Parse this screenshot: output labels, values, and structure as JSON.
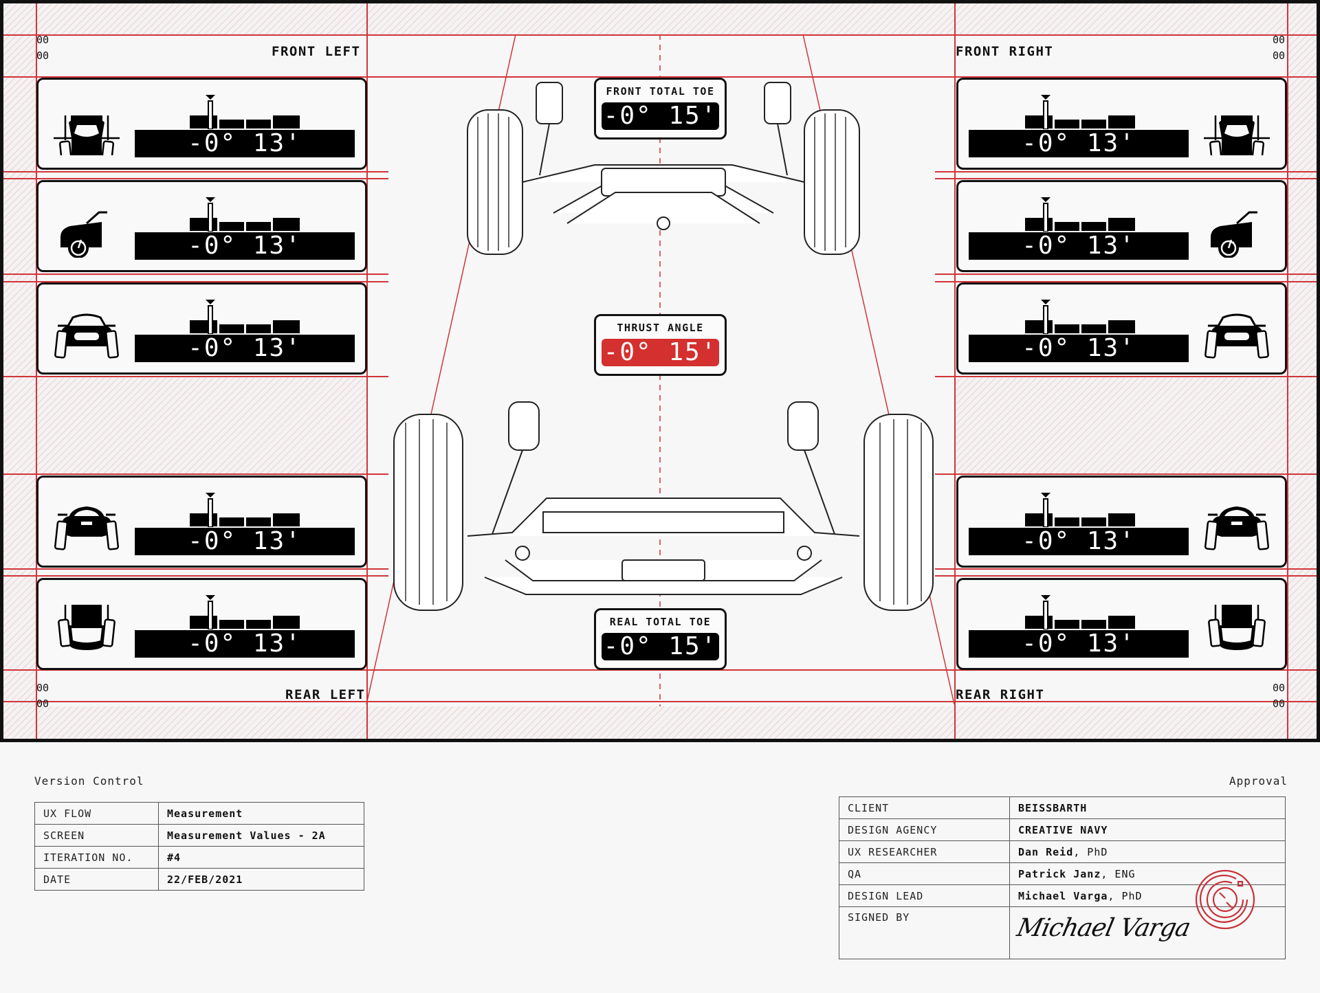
{
  "corners": {
    "front_left": {
      "label": "FRONT LEFT",
      "code_top": "00",
      "code_bottom": "00"
    },
    "front_right": {
      "label": "FRONT RIGHT",
      "code_top": "00",
      "code_bottom": "00"
    },
    "rear_left": {
      "label": "REAR LEFT",
      "code_top": "00",
      "code_bottom": "00"
    },
    "rear_right": {
      "label": "REAR RIGHT",
      "code_top": "00",
      "code_bottom": "00"
    }
  },
  "panels": {
    "left": [
      {
        "icon": "camber-front-icon",
        "value": "-0° 13'"
      },
      {
        "icon": "caster-icon",
        "value": "-0° 13'"
      },
      {
        "icon": "toe-front-icon",
        "value": "-0° 13'"
      },
      {
        "icon": "toe-rear-icon",
        "value": "-0° 13'"
      },
      {
        "icon": "camber-rear-icon",
        "value": "-0° 13'"
      }
    ],
    "right": [
      {
        "icon": "camber-front-icon",
        "value": "-0° 13'"
      },
      {
        "icon": "caster-icon",
        "value": "-0° 13'"
      },
      {
        "icon": "toe-front-icon",
        "value": "-0° 13'"
      },
      {
        "icon": "toe-rear-icon",
        "value": "-0° 13'"
      },
      {
        "icon": "camber-rear-icon",
        "value": "-0° 13'"
      }
    ]
  },
  "center": {
    "front_total_toe": {
      "title": "FRONT TOTAL TOE",
      "value": "-0° 15'"
    },
    "thrust_angle": {
      "title": "THRUST ANGLE",
      "value": "-0° 15'",
      "color": "#d3302f"
    },
    "real_total_toe": {
      "title": "REAL TOTAL TOE",
      "value": "-0° 15'"
    }
  },
  "version_control": {
    "title": "Version Control",
    "rows": [
      {
        "key": "UX FLOW",
        "value": "Measurement"
      },
      {
        "key": "SCREEN",
        "value": "Measurement Values - 2A"
      },
      {
        "key": "ITERATION NO.",
        "value": "#4"
      },
      {
        "key": "DATE",
        "value": "22/FEB/2021"
      }
    ]
  },
  "approval": {
    "title": "Approval",
    "rows": [
      {
        "key": "CLIENT",
        "value": "BEISSBARTH",
        "suffix": ""
      },
      {
        "key": "DESIGN AGENCY",
        "value": "CREATIVE NAVY",
        "suffix": ""
      },
      {
        "key": "UX RESEARCHER",
        "value": "Dan Reid",
        "suffix": ", PhD"
      },
      {
        "key": "QA",
        "value": "Patrick Janz",
        "suffix": ", ENG"
      },
      {
        "key": "DESIGN LEAD",
        "value": "Michael Varga",
        "suffix": ", PhD"
      },
      {
        "key": "SIGNED BY",
        "value": "",
        "suffix": ""
      }
    ],
    "signature": "Michael Varga"
  },
  "colors": {
    "accent_red": "#d3302f",
    "grid_red": "#d0343a",
    "ink": "#111111"
  }
}
